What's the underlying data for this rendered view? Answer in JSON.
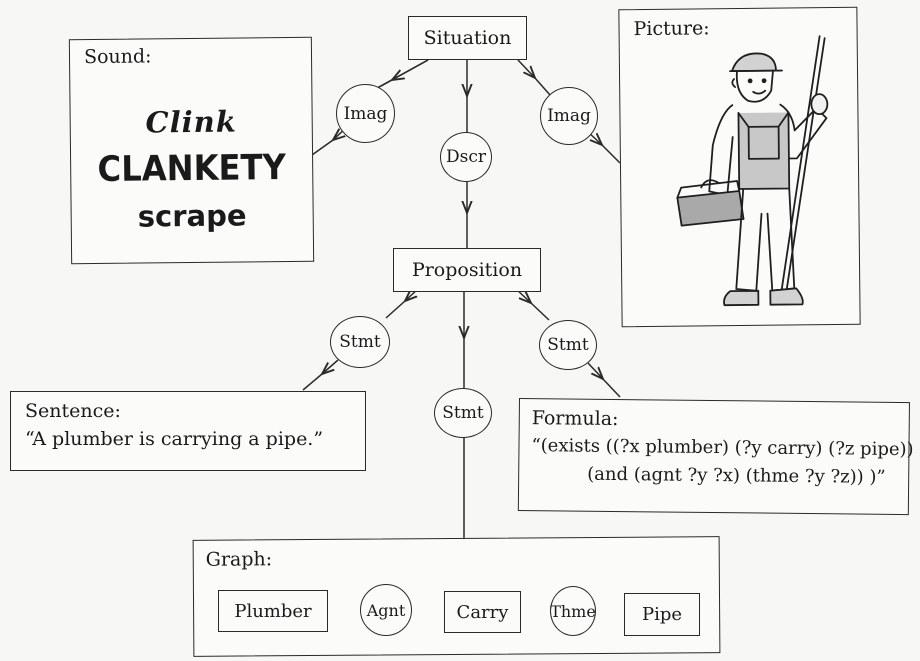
{
  "nodes": {
    "situation": "Situation",
    "imag_left": "Imag",
    "dscr": "Dscr",
    "imag_right": "Imag",
    "proposition": "Proposition",
    "stmt_left": "Stmt",
    "stmt_middle": "Stmt",
    "stmt_right": "Stmt"
  },
  "sound": {
    "title": "Sound:",
    "words": [
      "Clink",
      "CLANKETY",
      "scrape"
    ]
  },
  "picture": {
    "title": "Picture:",
    "icon": "plumber-carrying-pipe-illustration"
  },
  "sentence": {
    "title": "Sentence:",
    "text": "“A plumber is carrying a pipe.”"
  },
  "formula": {
    "title": "Formula:",
    "line1": "“(exists ((?x plumber) (?y carry) (?z pipe))",
    "line2": "(and (agnt ?y ?x) (thme ?y ?z)) )”"
  },
  "graph": {
    "title": "Graph:",
    "plumber": "Plumber",
    "agnt": "Agnt",
    "carry": "Carry",
    "thme": "Thme",
    "pipe": "Pipe"
  }
}
